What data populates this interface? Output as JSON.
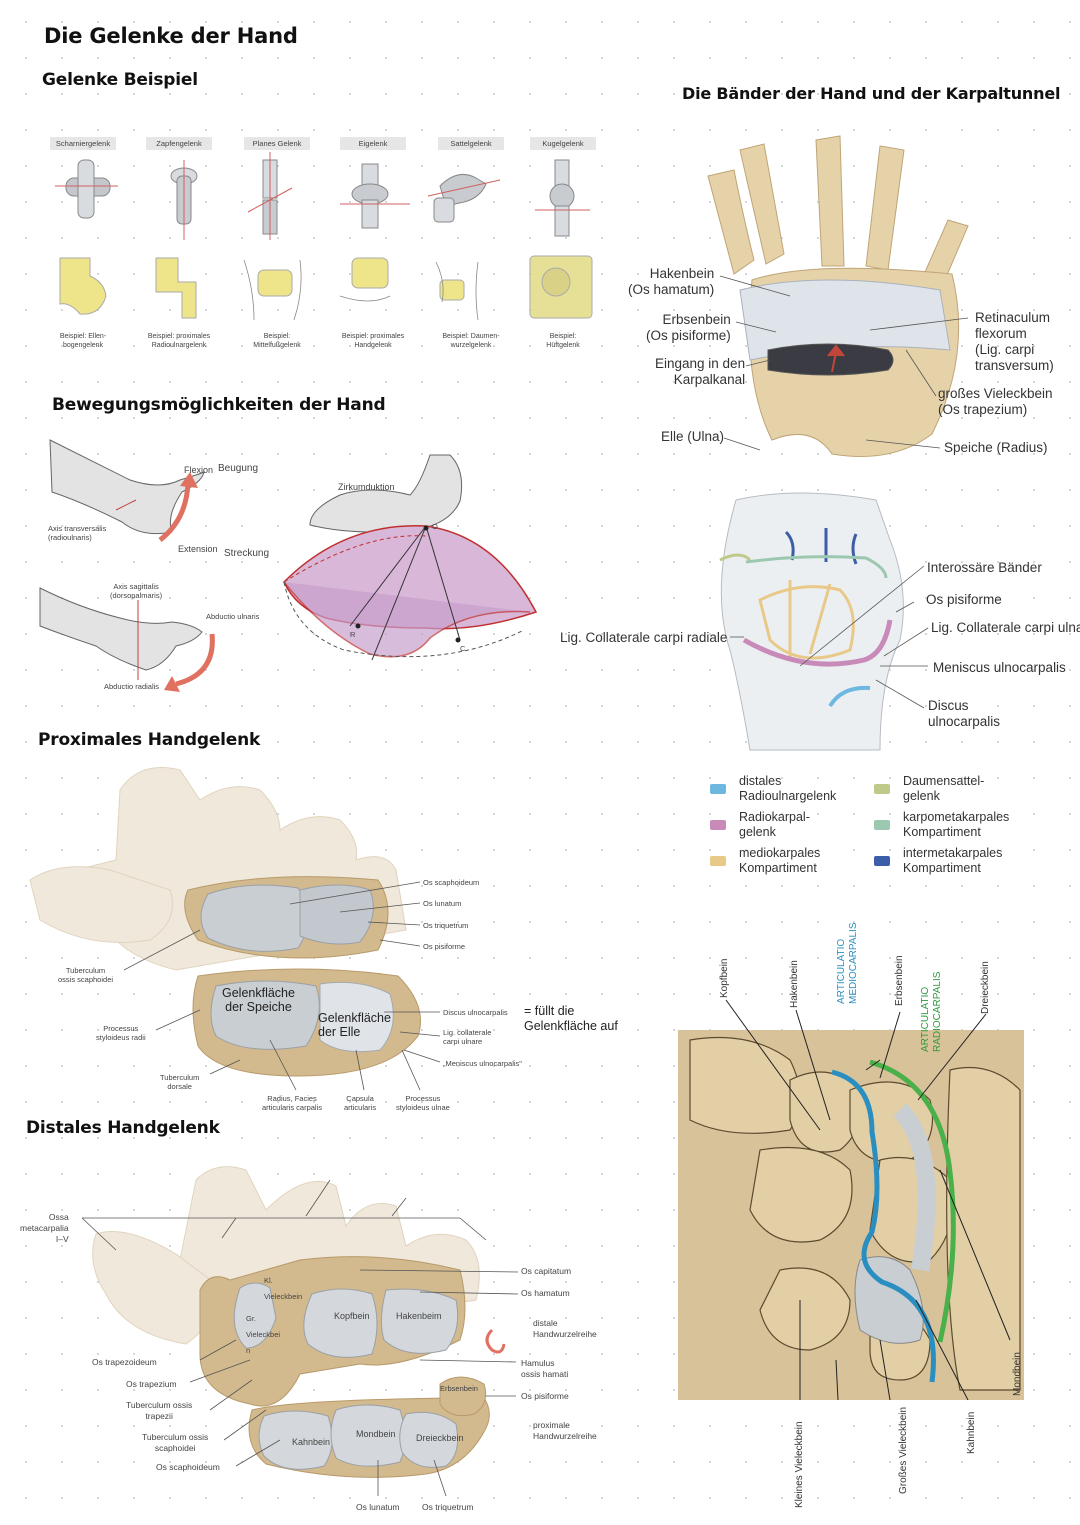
{
  "title": "Die Gelenke der Hand",
  "sections": {
    "gelenke_beispiel": "Gelenke Beispiel",
    "bewegung": "Bewegungsmöglichkeiten der Hand",
    "proximal": "Proximales Handgelenk",
    "distal": "Distales Handgelenk",
    "baender": "Die Bänder der Hand und der Karpaltunnel"
  },
  "joints": [
    {
      "name": "Scharniergelenk",
      "example": "Beispiel: Ellen-\nbogengelenk"
    },
    {
      "name": "Zapfengelenk",
      "example": "Beispiel: proximales\nRadioulnargelenk"
    },
    {
      "name": "Planes Gelenk",
      "example": "Beispiel:\nMittelfußgelenk"
    },
    {
      "name": "Eigelenk",
      "example": "Beispiel: proximales\nHandgelenk"
    },
    {
      "name": "Sattelgelenk",
      "example": "Beispiel: Daumen-\nwurzelgelenk"
    },
    {
      "name": "Kugelgelenk",
      "example": "Beispiel:\nHüftgelenk"
    }
  ],
  "movement": {
    "flexion": "Flexion",
    "beugung": "Beugung",
    "axis_tv": "Axis transversalis\n(radioulnaris)",
    "extension": "Extension",
    "streckung": "Streckung",
    "axis_sag": "Axis sagittalis\n(dorsopalmaris)",
    "abd_uln": "Abductio ulnaris",
    "abd_rad": "Abductio radialis",
    "zirkum": "Zirkumduktion",
    "pt_o": "O",
    "pt_r": "R",
    "pt_c": "C"
  },
  "proximal_labels": {
    "scaph": "Os scaphoideum",
    "lun": "Os lunatum",
    "triq": "Os triquetrum",
    "pis": "Os pisiforme",
    "tub_scaph": "Tuberculum\nossis scaphoidei",
    "gf_speiche": "Gelenkfläche\nder Speiche",
    "gf_elle": "Gelenkfläche\nder Elle",
    "proc_rad": "Processus\nstyloideus radii",
    "disc": "Discus ulnocarpalis",
    "fuellt": "= füllt die\nGelenkfläche auf",
    "lig_coll": "Lig. collaterale\ncarpi ulnare",
    "menisc": "„Meniscus ulnocarpalis\"",
    "tub_dors": "Tuberculum\ndorsale",
    "radius_fac": "Radius, Facies\narticularis carpalis",
    "capsula": "Capsula\narticularis",
    "proc_uln": "Processus\nstyloideus ulnae"
  },
  "distal_labels": {
    "ossa_meta": "Ossa\nmetacarpalia\nI–V",
    "kl": "Kl.",
    "viel1": "Vieleckbein",
    "gr": "Gr.",
    "viel2": "Vieleckbei",
    "n": "n",
    "kopfbein": "Kopfbein",
    "hakenbein": "Hakenbeim",
    "capitatum": "Os capitatum",
    "hamatum": "Os hamatum",
    "dist_reihe": "distale\nHandwurzelreihe",
    "trapezoid": "Os trapezoideum",
    "trapezium": "Os trapezium",
    "hamulus": "Hamulus\nossis hamati",
    "erbsenbein": "Erbsenbein",
    "pisiforme": "Os pisiforme",
    "tub_trap": "Tuberculum ossis\ntrapezii",
    "tub_scaph": "Tuberculum ossis\nscaphoidei",
    "scaph": "Os scaphoideum",
    "kahnbein": "Kahnbein",
    "mondbein": "Mondbein",
    "dreieckbein": "Dreieckbein",
    "prox_reihe": "proximale\nHandwurzelreihe",
    "lunatum": "Os lunatum",
    "triquetrum": "Os triquetrum"
  },
  "carpal_tunnel": {
    "hakenbein": "Hakenbein\n(Os hamatum)",
    "erbsenbein": "Erbsenbein\n(Os pisiforme)",
    "eingang": "Eingang in den\nKarpalkanal",
    "elle": "Elle (Ulna)",
    "retinaculum": "Retinaculum\nflexorum\n(Lig. carpi\ntransversum)",
    "vieleck": "großes Vieleckbein\n(Os trapezium)",
    "speiche": "Speiche (Radius)"
  },
  "ligaments": {
    "interossaer": "Interossäre Bänder",
    "pisiforme": "Os pisiforme",
    "coll_radiale": "Lig. Collaterale carpi radiale",
    "coll_ulna": "Lig. Collaterale carpi ulna",
    "meniscus": "Meniscus ulnocarpalis",
    "discus": "Discus\nulnocarpalis"
  },
  "legend": [
    {
      "label": "distales\nRadioulnargelenk",
      "color": "#6db8e0"
    },
    {
      "label": "Radiokarpal-\ngelenk",
      "color": "#c88ab8"
    },
    {
      "label": "mediokarpales\nKompartiment",
      "color": "#e8c987"
    },
    {
      "label": "Daumensattel-\ngelenk",
      "color": "#bfc98a"
    },
    {
      "label": "karpometakarpales\nKompartiment",
      "color": "#9cc8b0"
    },
    {
      "label": "intermetakarpales\nKompartiment",
      "color": "#3c5ea8"
    }
  ],
  "carpals_vertical": {
    "kopfbein": "Kopfbein",
    "hakenbein": "Hakenbein",
    "art_medio": "ARTICULATIO\nMEDIOCARPALIS",
    "erbsenbein": "Erbsenbein",
    "art_radio": "ARTICULATIO\nRADIOCARPALIS",
    "dreieckbein": "Dreieckbein",
    "mondbein": "Mondbein",
    "kleines": "Kleines Vieleckbein",
    "grosses": "Großes Vieleckbein",
    "kahnbein": "Kahnbein"
  },
  "colors": {
    "bone": "#e2cfa8",
    "bone_light": "#efe6d4",
    "cartilage": "#c9ced3",
    "art_blue": "#2a8fc0",
    "art_green": "#4ab04a",
    "arrow_red": "#e07060"
  }
}
